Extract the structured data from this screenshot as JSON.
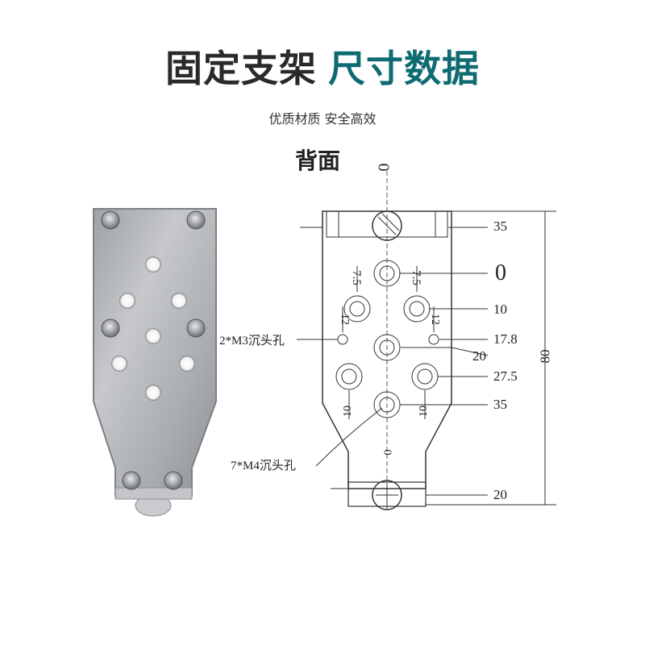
{
  "title": {
    "part1": "固定支架",
    "part2": "尺寸数据"
  },
  "subtitle": "优质材质 安全高效",
  "view_label": "背面",
  "colors": {
    "title_dark": "#2a2a2a",
    "title_accent": "#0e6b72",
    "line": "#333333",
    "metal": "#b9bcc0"
  },
  "drawing": {
    "top_zero": "0",
    "right_dims": {
      "d35_top": "35",
      "d0": "0",
      "d10": "10",
      "d17_8": "17.8",
      "d20": "20",
      "d27_5": "27.5",
      "d35": "35",
      "d20_bottom": "20",
      "d80": "80"
    },
    "inner_dims": {
      "left_7_5": "7.5",
      "right_7_5": "7.5",
      "left_12": "12",
      "right_12": "12",
      "left_10": "10",
      "right_10": "10",
      "bottom_0": "0"
    },
    "callouts": {
      "m3": "2*M3沉头孔",
      "m4": "7*M4沉头孔"
    }
  }
}
